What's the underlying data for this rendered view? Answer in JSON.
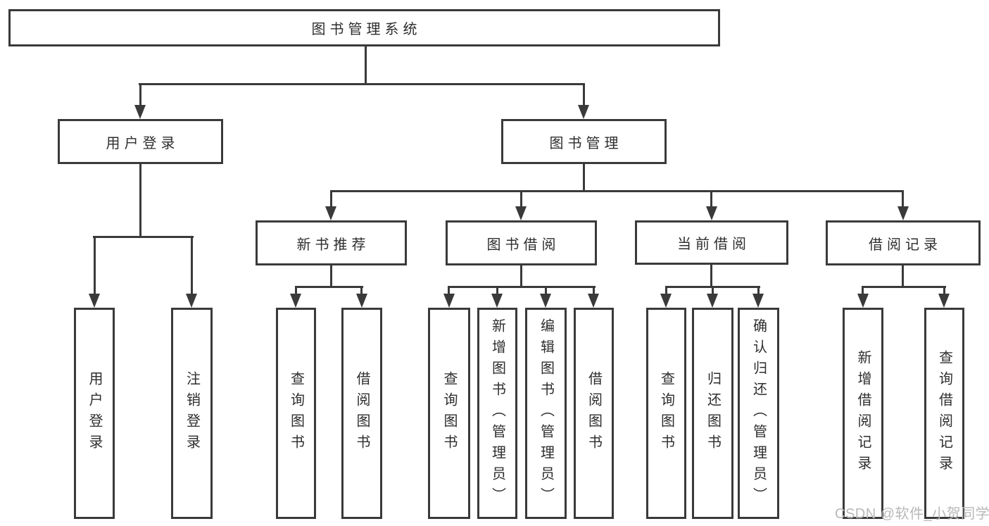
{
  "watermark": "CSDN @软件_小贺同学",
  "colors": {
    "line": "#3a3a3a",
    "box_border": "#3a3a3a",
    "text": "#2e2e2e",
    "watermark": "#b8b8b8",
    "background": "#ffffff"
  },
  "nodes": {
    "root": {
      "label": "图书管理系统"
    },
    "user_login": {
      "label": "用户登录"
    },
    "book_mgmt": {
      "label": "图书管理"
    },
    "new_book_rec": {
      "label": "新书推荐"
    },
    "book_borrow": {
      "label": "图书借阅"
    },
    "current_borrow": {
      "label": "当前借阅"
    },
    "borrow_record": {
      "label": "借阅记录"
    },
    "leaf_user_login": {
      "label": "用户登录"
    },
    "leaf_logout": {
      "label": "注销登录"
    },
    "leaf_query_book_newrec": {
      "label": "查询图书"
    },
    "leaf_borrow_book_newrec": {
      "label": "借阅图书"
    },
    "leaf_query_book_borrow": {
      "label": "查询图书"
    },
    "leaf_add_book": {
      "label": "新增图书（管理员）"
    },
    "leaf_edit_book": {
      "label": "编辑图书（管理员）"
    },
    "leaf_borrow_book_borrow": {
      "label": "借阅图书"
    },
    "leaf_query_book_current": {
      "label": "查询图书"
    },
    "leaf_return_book": {
      "label": "归还图书"
    },
    "leaf_confirm_return": {
      "label": "确认归还（管理员）"
    },
    "leaf_add_borrow_record": {
      "label": "新增借阅记录"
    },
    "leaf_query_borrow_record": {
      "label": "查询借阅记录"
    }
  }
}
